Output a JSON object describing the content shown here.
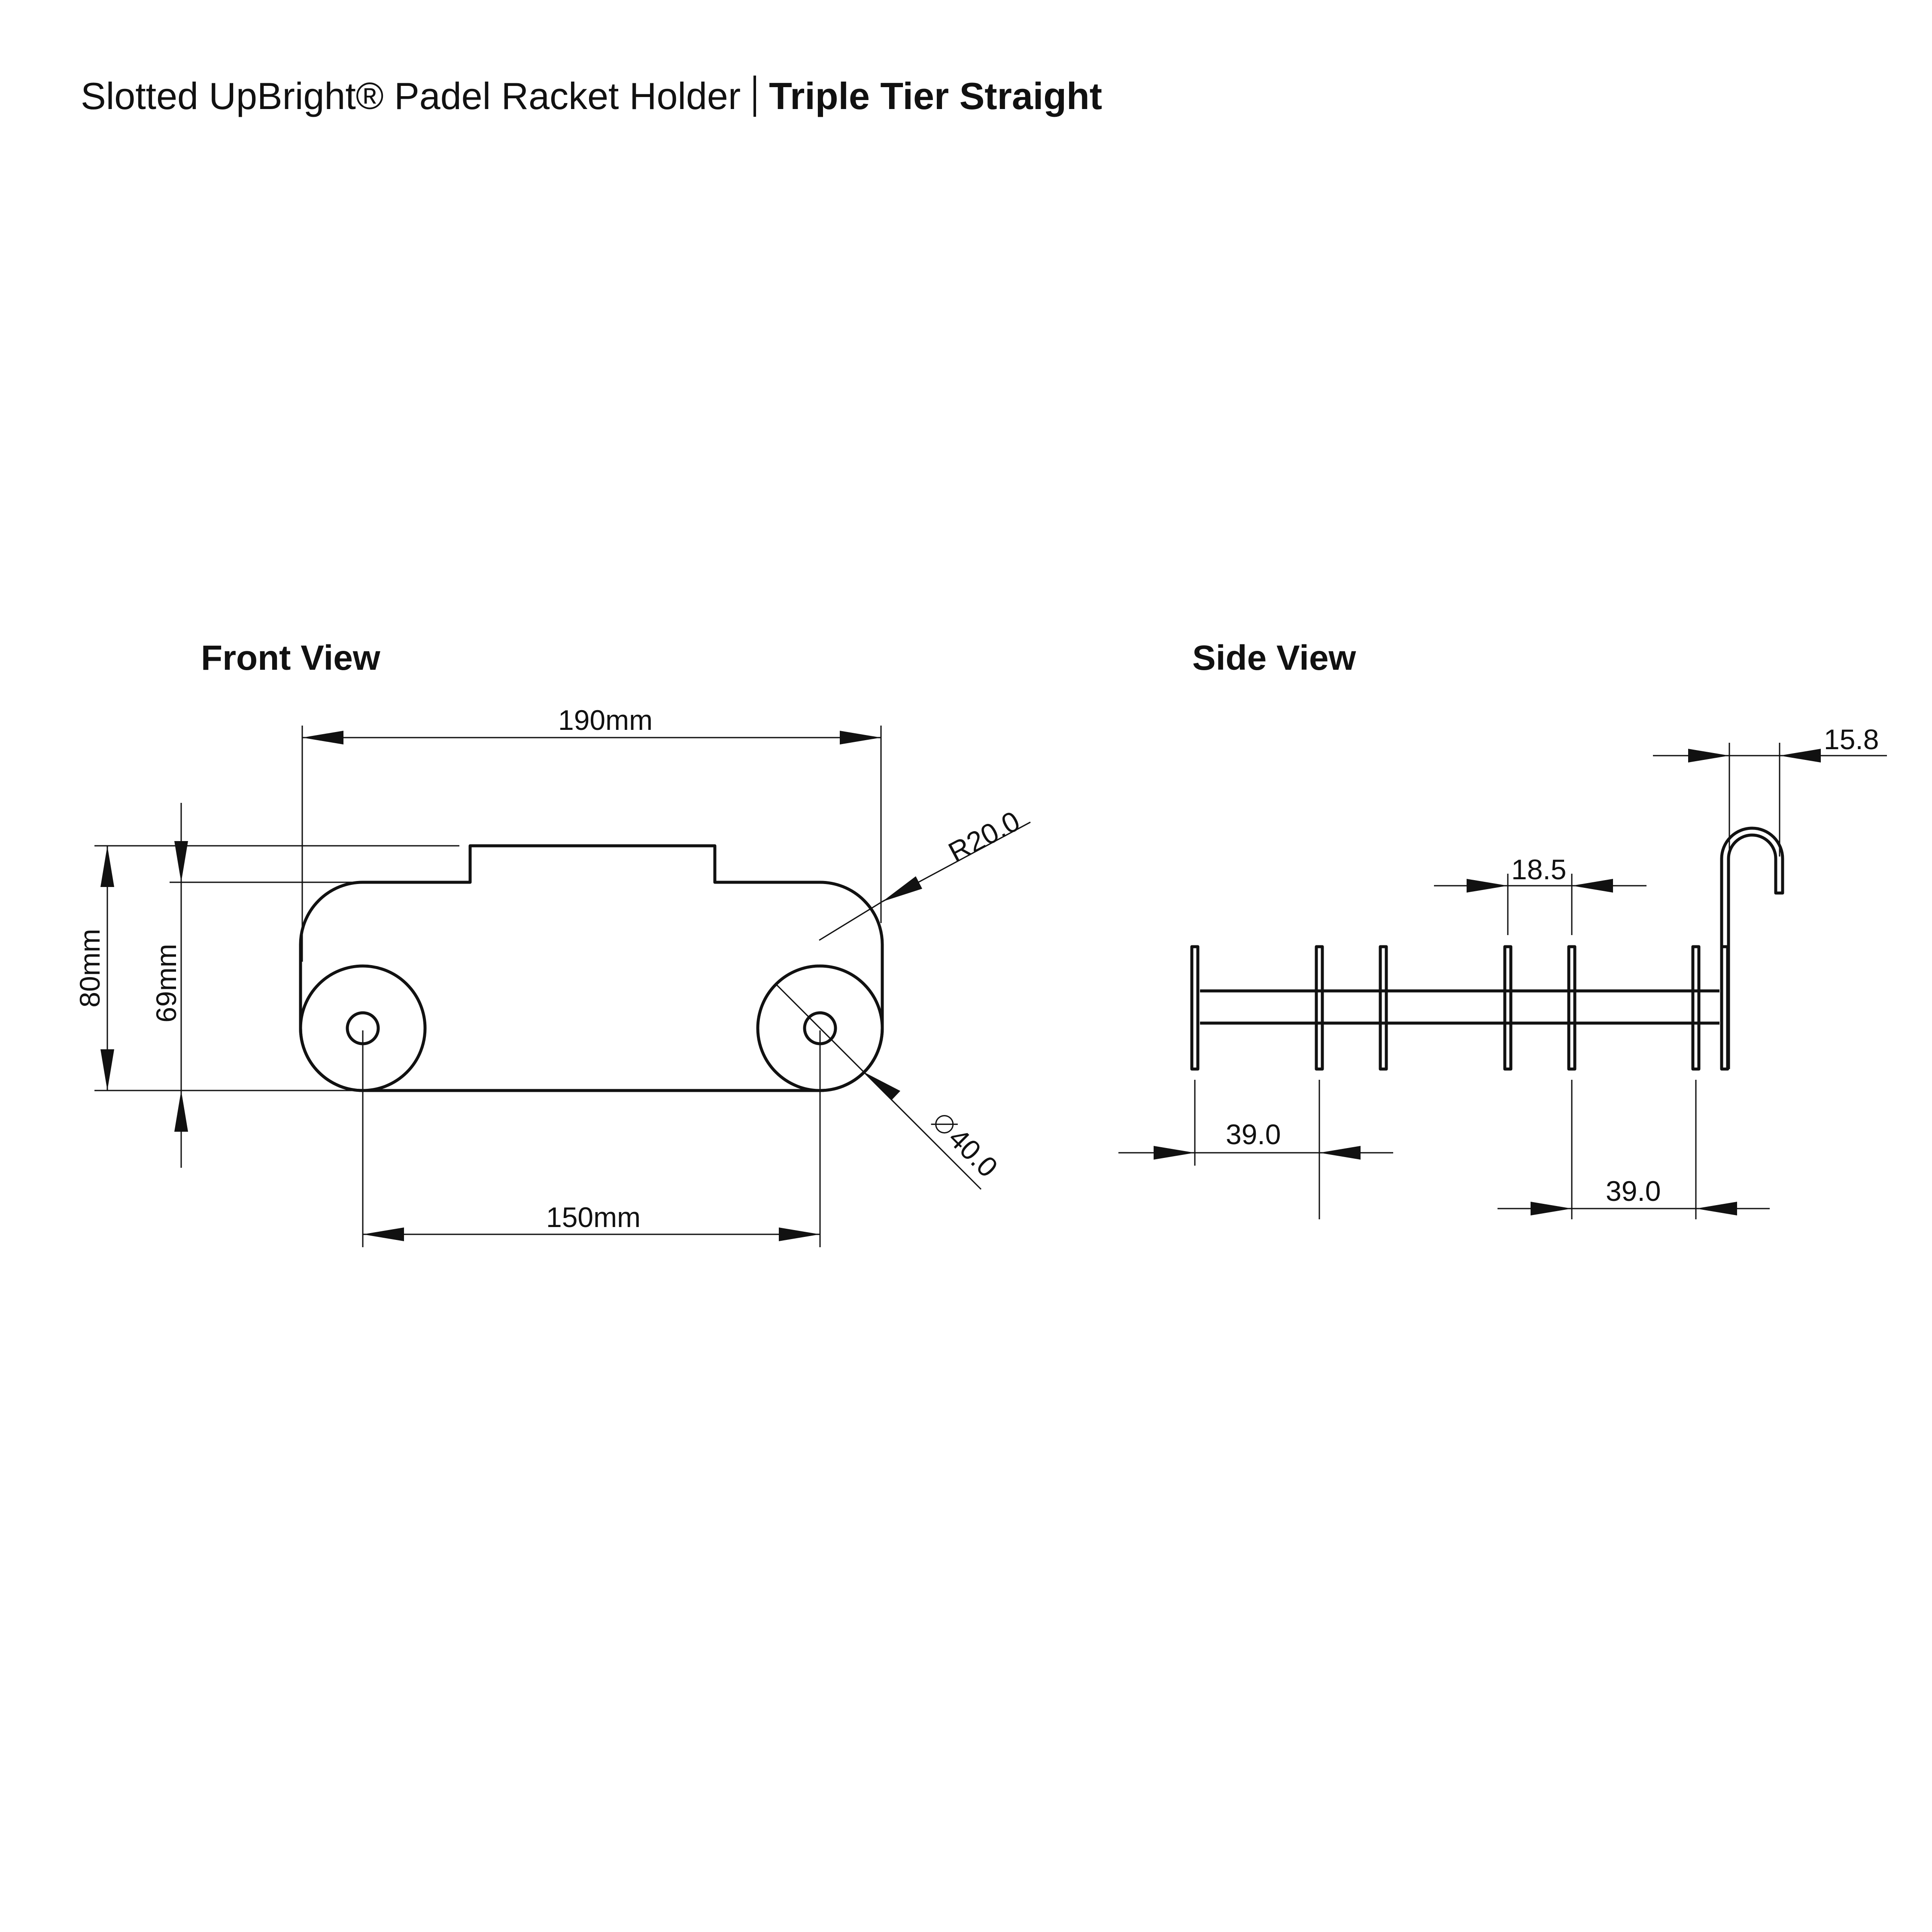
{
  "header": {
    "product": "Slotted UpBright® Padel Racket Holder",
    "variant": "Triple Tier Straight"
  },
  "front_view": {
    "title": "Front View",
    "dimensions": {
      "width": "190mm",
      "height": "80mm",
      "inner_height": "69mm",
      "hole_spacing": "150mm",
      "corner_radius": "R20.0",
      "diameter": "40.0"
    }
  },
  "side_view": {
    "title": "Side View",
    "dimensions": {
      "hook_width": "15.8",
      "slot_spacing": "18.5",
      "left_spacing": "39.0",
      "right_spacing": "39.0"
    }
  }
}
